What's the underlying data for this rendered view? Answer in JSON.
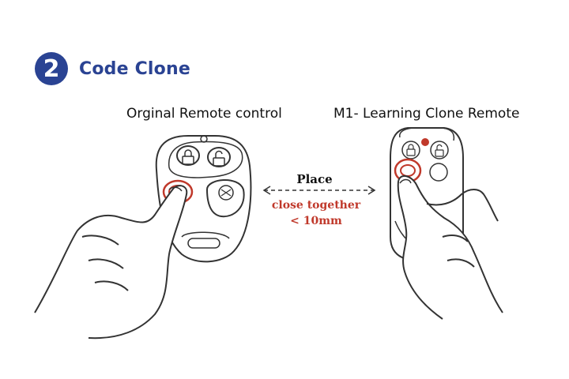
{
  "step": {
    "number": "2",
    "title": "Code Clone"
  },
  "labels": {
    "original": "Orginal Remote control",
    "clone": "M1- Learning Clone Remote"
  },
  "instruction": {
    "place": "Place",
    "close_together": "close together",
    "distance": "< 10mm"
  },
  "colors": {
    "accent": "#2a4393",
    "highlight": "#c0392b",
    "line": "#333333"
  },
  "icons": [
    "lock-icon",
    "unlock-icon",
    "trunk-icon",
    "hand-icon",
    "double-arrow-icon"
  ]
}
